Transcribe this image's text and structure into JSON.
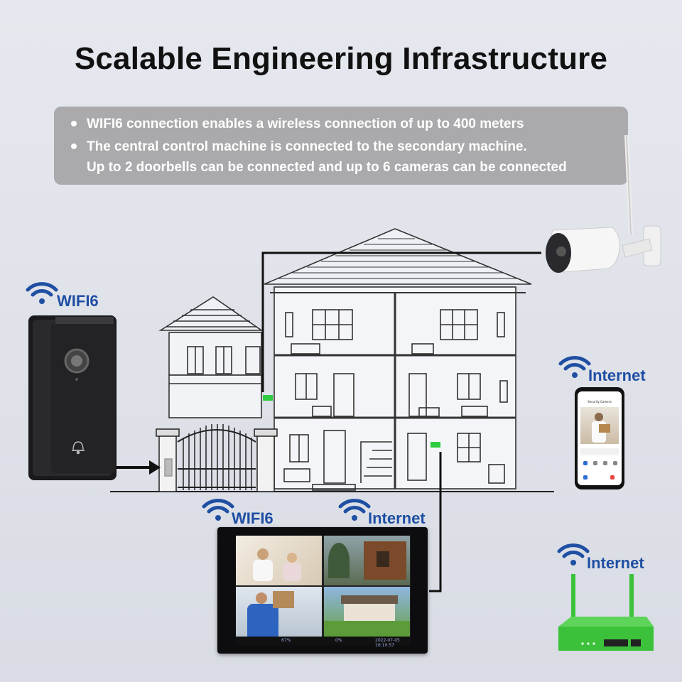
{
  "title": "Scalable Engineering Infrastructure",
  "info": {
    "bullet1": "WIFI6 connection enables a wireless connection of up to 400 meters",
    "bullet2_line1": "The central control machine is connected to the secondary machine.",
    "bullet2_line2": "Up to 2 doorbells can be connected and up to 6 cameras can be connected"
  },
  "labels": {
    "doorbell_wifi": "WIFI6",
    "phone_net": "Internet",
    "monitor_wifi": "WIFI6",
    "monitor_net": "Internet",
    "router_net": "Internet"
  },
  "phone": {
    "header": "Security Camera"
  },
  "monitor": {
    "status_left": "67%",
    "status_mid": "0%",
    "timestamp": "2022-07-05 16:10:57"
  },
  "colors": {
    "accent_blue": "#1f4fa3",
    "router_green": "#3cc23a",
    "indicator_green": "#2ecc40"
  },
  "icons": [
    "wifi-icon",
    "bell-icon",
    "arrow-right-icon"
  ]
}
